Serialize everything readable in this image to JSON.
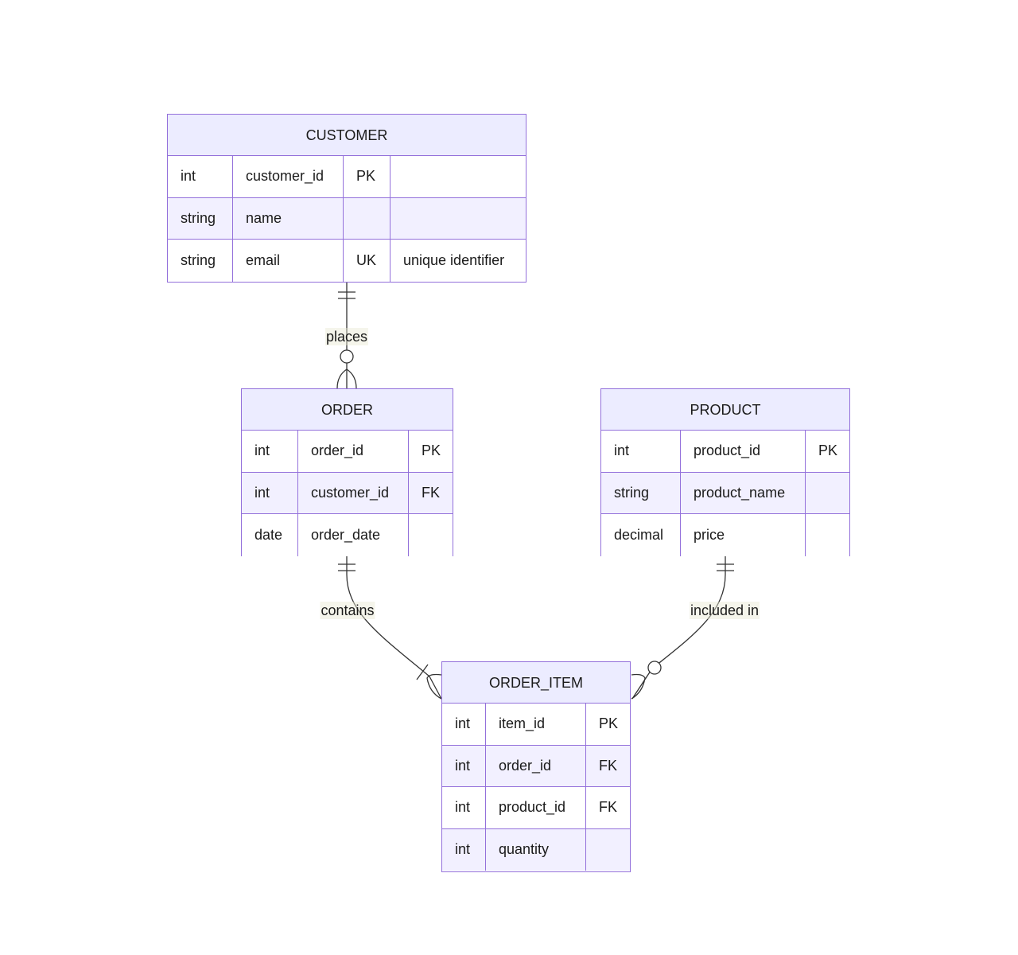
{
  "colors": {
    "border": "#9370DB",
    "header_fill": "#ECECFF",
    "alt_row_fill": "#F2F0FF",
    "edge": "#333333"
  },
  "entities": {
    "customer": {
      "name": "CUSTOMER",
      "attributes": [
        {
          "type": "int",
          "name": "customer_id",
          "key": "PK",
          "comment": ""
        },
        {
          "type": "string",
          "name": "name",
          "key": "",
          "comment": ""
        },
        {
          "type": "string",
          "name": "email",
          "key": "UK",
          "comment": "unique identifier"
        }
      ]
    },
    "order": {
      "name": "ORDER",
      "attributes": [
        {
          "type": "int",
          "name": "order_id",
          "key": "PK"
        },
        {
          "type": "int",
          "name": "customer_id",
          "key": "FK"
        },
        {
          "type": "date",
          "name": "order_date",
          "key": ""
        }
      ]
    },
    "product": {
      "name": "PRODUCT",
      "attributes": [
        {
          "type": "int",
          "name": "product_id",
          "key": "PK"
        },
        {
          "type": "string",
          "name": "product_name",
          "key": ""
        },
        {
          "type": "decimal",
          "name": "price",
          "key": ""
        }
      ]
    },
    "order_item": {
      "name": "ORDER_ITEM",
      "attributes": [
        {
          "type": "int",
          "name": "item_id",
          "key": "PK"
        },
        {
          "type": "int",
          "name": "order_id",
          "key": "FK"
        },
        {
          "type": "int",
          "name": "product_id",
          "key": "FK"
        },
        {
          "type": "int",
          "name": "quantity",
          "key": ""
        }
      ]
    }
  },
  "relationships": [
    {
      "label": "places",
      "from": "CUSTOMER",
      "to": "ORDER",
      "from_cardinality": "exactly-one",
      "to_cardinality": "zero-or-many"
    },
    {
      "label": "contains",
      "from": "ORDER",
      "to": "ORDER_ITEM",
      "from_cardinality": "exactly-one",
      "to_cardinality": "one-or-many"
    },
    {
      "label": "included in",
      "from": "PRODUCT",
      "to": "ORDER_ITEM",
      "from_cardinality": "exactly-one",
      "to_cardinality": "zero-or-many"
    }
  ]
}
